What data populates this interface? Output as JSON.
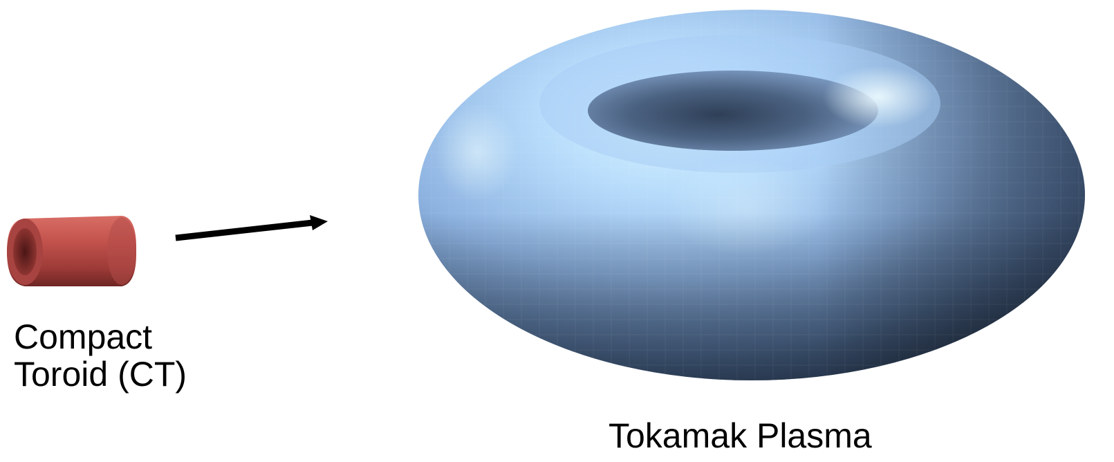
{
  "compact_toroid": {
    "label_line1": "Compact",
    "label_line2": "Toroid (CT)",
    "color": "#b84a46"
  },
  "tokamak": {
    "label": "Tokamak Plasma",
    "color": "#8fb4e8"
  },
  "arrow": {
    "color": "#000000"
  }
}
